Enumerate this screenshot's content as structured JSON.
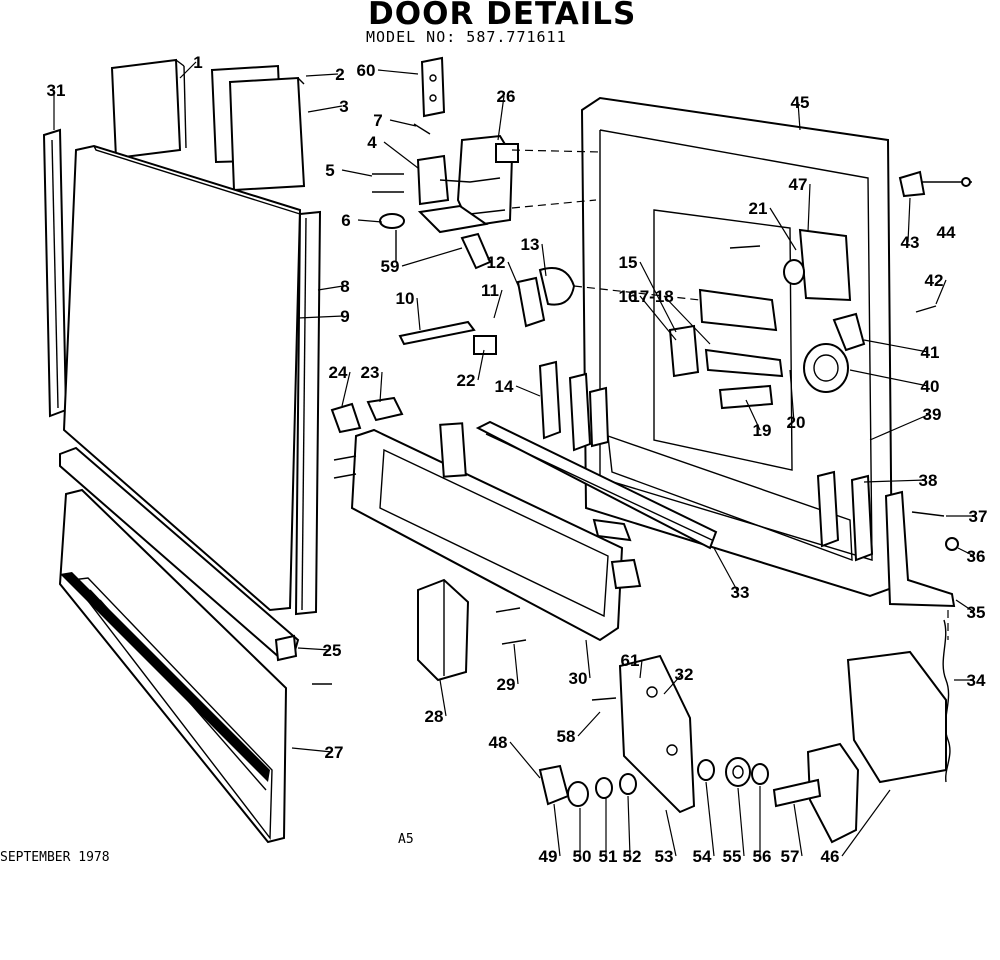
{
  "header": {
    "title": "DOOR DETAILS",
    "model": "MODEL NO:  587.771611"
  },
  "footer": {
    "date": "SEPTEMBER 1978",
    "page_code": "A5"
  },
  "callouts": [
    "1",
    "2",
    "3",
    "4",
    "5",
    "6",
    "7",
    "8",
    "9",
    "10",
    "11",
    "12",
    "13",
    "14",
    "15",
    "16",
    "17-18",
    "19",
    "20",
    "21",
    "22",
    "23",
    "24",
    "25",
    "26",
    "27",
    "28",
    "29",
    "30",
    "31",
    "32",
    "33",
    "34",
    "35",
    "36",
    "37",
    "38",
    "39",
    "40",
    "41",
    "42",
    "43",
    "44",
    "45",
    "46",
    "47",
    "48",
    "49",
    "50",
    "51",
    "52",
    "53",
    "54",
    "55",
    "56",
    "57",
    "58",
    "59",
    "60",
    "61"
  ]
}
